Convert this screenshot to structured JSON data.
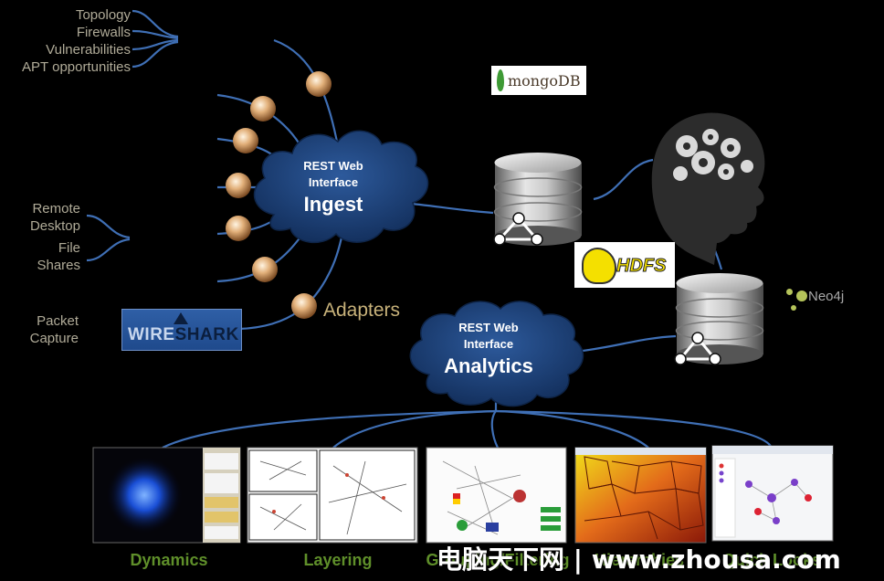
{
  "left_labels": {
    "group1": [
      "Topology",
      "Firewalls",
      "Vulnerabilities",
      "APT opportunities"
    ],
    "group2": [
      "Remote",
      "Desktop",
      "File",
      "Shares"
    ],
    "group3": [
      "Packet",
      "Capture"
    ]
  },
  "ingest_cloud": {
    "line1": "REST Web",
    "line2": "Interface",
    "title": "Ingest"
  },
  "analytics_cloud": {
    "line1": "REST Web",
    "line2": "Interface",
    "title": "Analytics"
  },
  "adapters_label": "Adapters",
  "logos": {
    "mongodb": "mongoDB",
    "hdfs": "HDFS",
    "neo4j": "Neo4j",
    "wireshark_a": "WIRE",
    "wireshark_b": "SHARK"
  },
  "thumbnails": [
    "Dynamics",
    "Layering",
    "Grouping/Filtering",
    "Hierarchies",
    "Quick Looks"
  ],
  "watermark": "电脑天下网 | www.zhousa.com",
  "colors": {
    "background": "#000000",
    "connector": "#3f6fb5",
    "cloud": "#1c3d73",
    "caption": "#5f8f2a",
    "label": "#b0ab98",
    "adapter_label": "#c8b27a"
  }
}
